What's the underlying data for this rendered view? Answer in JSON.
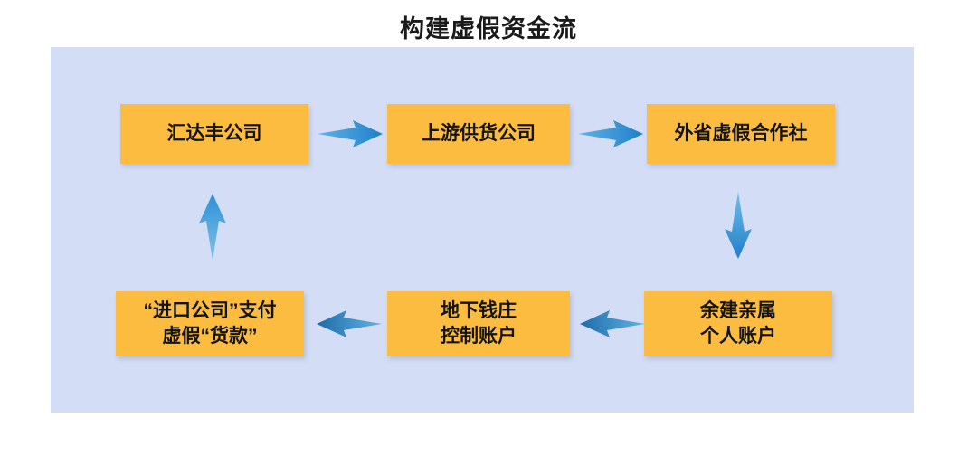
{
  "title": "构建虚假资金流",
  "colors": {
    "panel_background": "#d3ddf5",
    "node_fill": "#fbbc3f",
    "node_text": "#141414",
    "arrow": "#2e8fd6",
    "title_text": "#1a1a1a",
    "page_background": "#ffffff"
  },
  "diagram": {
    "type": "flowchart",
    "layout": "cycle-2x3",
    "nodes": [
      {
        "id": "huidafeng",
        "lines": [
          "汇达丰公司"
        ],
        "row": "top",
        "column": 1
      },
      {
        "id": "supplier",
        "lines": [
          "上游供货公司"
        ],
        "row": "top",
        "column": 2
      },
      {
        "id": "coop",
        "lines": [
          "外省虚假合作社"
        ],
        "row": "top",
        "column": 3
      },
      {
        "id": "import",
        "lines": [
          "“进口公司”支付",
          "虚假“货款”"
        ],
        "row": "bottom",
        "column": 1
      },
      {
        "id": "underground",
        "lines": [
          "地下钱庄",
          "控制账户"
        ],
        "row": "bottom",
        "column": 2
      },
      {
        "id": "relative",
        "lines": [
          "余建亲属",
          "个人账户"
        ],
        "row": "bottom",
        "column": 3
      }
    ],
    "edges": [
      {
        "id": "huidafeng-supplier",
        "from": "huidafeng",
        "to": "supplier",
        "direction": "right"
      },
      {
        "id": "supplier-coop",
        "from": "supplier",
        "to": "coop",
        "direction": "right"
      },
      {
        "id": "coop-relative",
        "from": "coop",
        "to": "relative",
        "direction": "down"
      },
      {
        "id": "relative-underground",
        "from": "relative",
        "to": "underground",
        "direction": "left"
      },
      {
        "id": "underground-import",
        "from": "underground",
        "to": "import",
        "direction": "left"
      },
      {
        "id": "import-huidafeng",
        "from": "import",
        "to": "huidafeng",
        "direction": "up"
      }
    ]
  }
}
